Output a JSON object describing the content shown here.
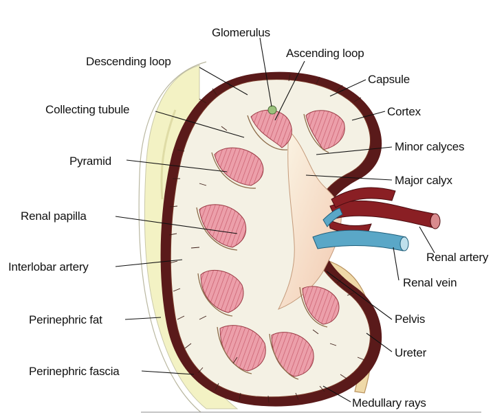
{
  "figure": {
    "labels": {
      "glomerulus": "Glomerulus",
      "ascending_loop": "Ascending loop",
      "descending_loop": "Descending loop",
      "capsule": "Capsule",
      "collecting_tubule": "Collecting tubule",
      "cortex": "Cortex",
      "minor_calyces": "Minor calyces",
      "pyramid": "Pyramid",
      "major_calyx": "Major calyx",
      "renal_papilla": "Renal papilla",
      "renal_artery": "Renal artery",
      "interlobar_artery": "Interlobar artery",
      "renal_vein": "Renal vein",
      "pelvis": "Pelvis",
      "perinephric_fat": "Perinephric fat",
      "ureter": "Ureter",
      "perinephric_fascia": "Perinephric fascia",
      "medullary_rays": "Medullary rays"
    },
    "colors": {
      "capsule": "#5a1a1a",
      "cortex": "#f4f1e6",
      "pyramid": "#e99aa3",
      "pyramid_stripe": "#c25a68",
      "calyx": "#f5f0dc",
      "artery": "#8a1f24",
      "vein": "#5aa7c7",
      "fat": "#f2f0b8",
      "ureter": "#efd9a8"
    }
  }
}
